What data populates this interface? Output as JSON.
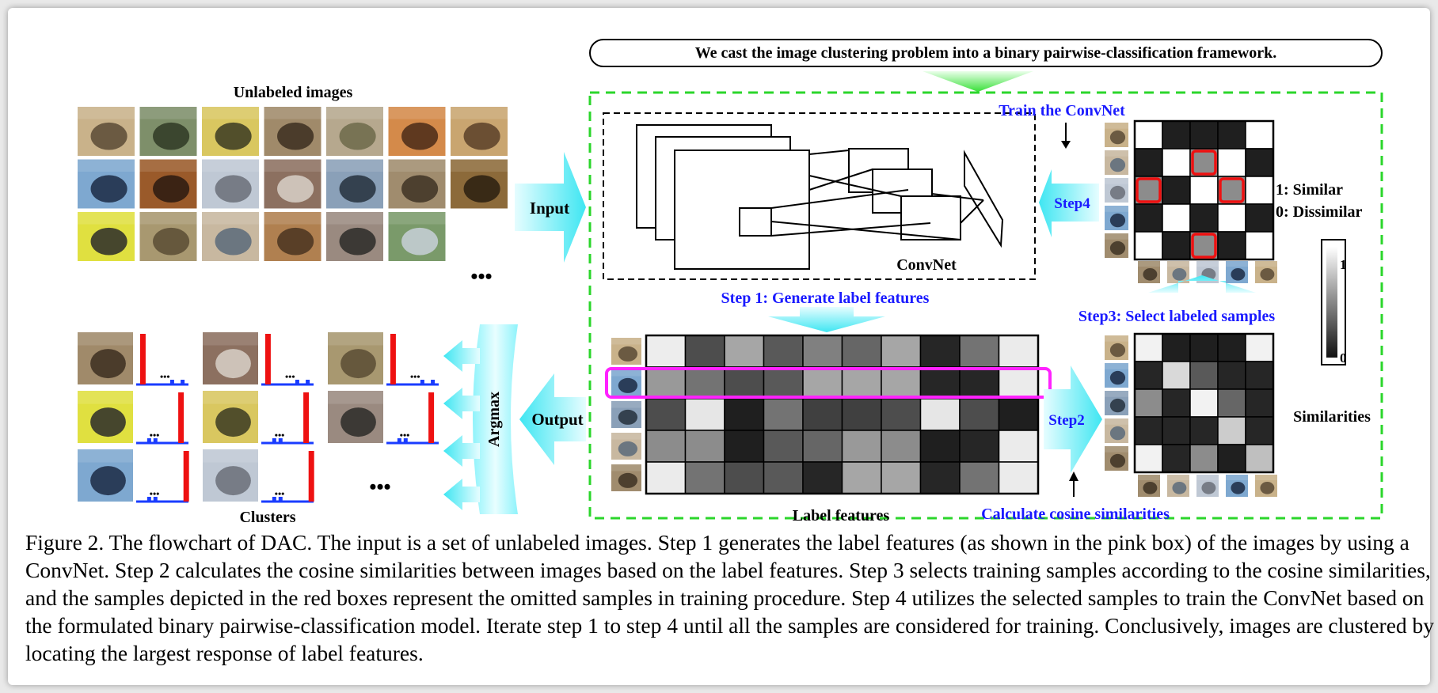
{
  "figure": {
    "banner": "We cast the image clustering problem into a binary pairwise-classification framework.",
    "unlabeled_title": "Unlabeled images",
    "ellipsis": "•••",
    "input_label": "Input",
    "output_label": "Output",
    "argmax_label": "Argmax",
    "clusters_title": "Clusters",
    "convnet_label": "ConvNet",
    "train_label": "Train the ConvNet",
    "step1_label": "Step 1: Generate label features",
    "step2_label": "Step2",
    "step3_label": "Step3: Select labeled samples",
    "step4_label": "Step4",
    "label_features_title": "Label features",
    "cosine_label": "Calculate cosine similarities",
    "legend_similar": "1: Similar",
    "legend_dissimilar": "0: Dissimilar",
    "similarities_label": "Similarities",
    "colorbar_max": "1",
    "colorbar_min": "0",
    "colors": {
      "green_dash": "#2bd62b",
      "blue_text": "#1a1aff",
      "highlight_pink": "#ff22ff",
      "omitted_red": "#ee1111",
      "arrow_cyan": "#3fe6f2",
      "histogram_blue": "#1a3cff",
      "histogram_red": "#ee1111"
    },
    "label_feature_matrix": [
      [
        0.93,
        0.3,
        0.65,
        0.35,
        0.5,
        0.4,
        0.65,
        0.15,
        0.45,
        0.92
      ],
      [
        0.6,
        0.45,
        0.3,
        0.35,
        0.65,
        0.65,
        0.65,
        0.15,
        0.15,
        0.92
      ],
      [
        0.3,
        0.9,
        0.12,
        0.45,
        0.25,
        0.25,
        0.3,
        0.9,
        0.3,
        0.12
      ],
      [
        0.55,
        0.55,
        0.12,
        0.35,
        0.4,
        0.6,
        0.55,
        0.12,
        0.15,
        0.92
      ],
      [
        0.92,
        0.45,
        0.3,
        0.35,
        0.15,
        0.65,
        0.65,
        0.15,
        0.45,
        0.92
      ]
    ],
    "highlighted_row": 2,
    "binary_similarity_matrix": [
      [
        1,
        0,
        0,
        0,
        1
      ],
      [
        0,
        1,
        0.5,
        1,
        0
      ],
      [
        0.5,
        0,
        1,
        0.5,
        1
      ],
      [
        0,
        1,
        0,
        1,
        0
      ],
      [
        1,
        0,
        0.5,
        0,
        1
      ]
    ],
    "omitted_cells": [
      [
        1,
        2
      ],
      [
        2,
        0
      ],
      [
        2,
        3
      ],
      [
        4,
        2
      ]
    ],
    "similarity_matrix": [
      [
        0.95,
        0.12,
        0.12,
        0.12,
        0.95
      ],
      [
        0.15,
        0.85,
        0.35,
        0.15,
        0.15
      ],
      [
        0.55,
        0.15,
        0.95,
        0.4,
        0.15
      ],
      [
        0.15,
        0.15,
        0.15,
        0.8,
        0.15
      ],
      [
        0.95,
        0.15,
        0.55,
        0.12,
        0.75
      ]
    ]
  },
  "caption": {
    "text": "Figure 2. The flowchart of DAC. The input is a set of unlabeled images. Step 1 generates the label features (as shown in the pink box) of the images by using a ConvNet. Step 2 calculates the cosine similarities between images based on the label features. Step 3 selects training samples according to the cosine similarities, and the samples depicted in the red boxes represent the omitted samples in training procedure. Step 4 utilizes the selected samples to train the ConvNet based on the formulated binary pairwise-classification model. Iterate step 1 to step 4 until all the samples are considered for training. Conclusively, images are clustered by locating the largest response of label features."
  }
}
